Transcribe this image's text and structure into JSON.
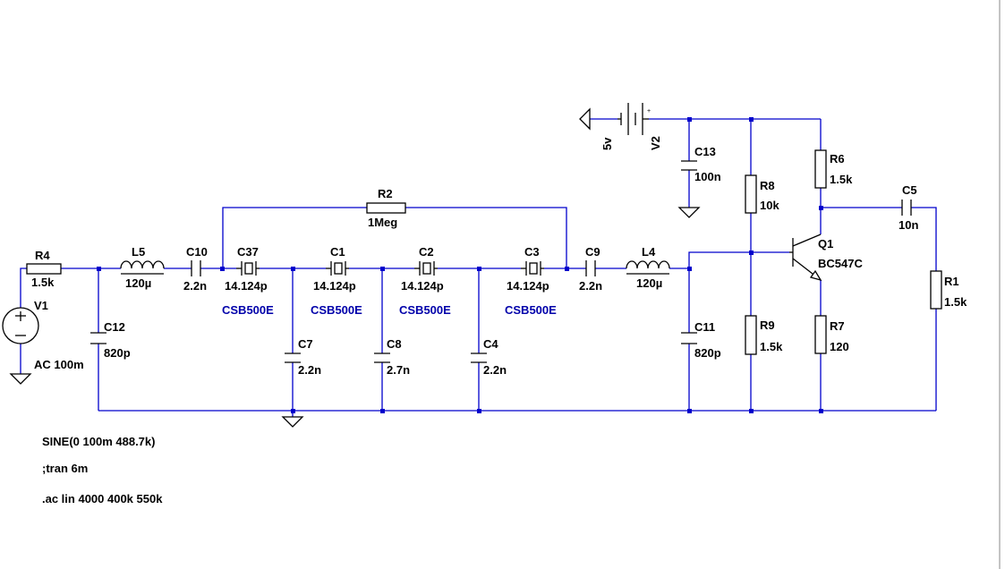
{
  "components": {
    "R4": {
      "name": "R4",
      "value": "1.5k"
    },
    "V1": {
      "name": "V1",
      "value": "AC 100m"
    },
    "L5": {
      "name": "L5",
      "value": "120µ"
    },
    "C10": {
      "name": "C10",
      "value": "2.2n"
    },
    "C12": {
      "name": "C12",
      "value": "820p"
    },
    "R2": {
      "name": "R2",
      "value": "1Meg"
    },
    "C37": {
      "name": "C37",
      "value": "14.124p",
      "model": "CSB500E"
    },
    "C1": {
      "name": "C1",
      "value": "14.124p",
      "model": "CSB500E"
    },
    "C2": {
      "name": "C2",
      "value": "14.124p",
      "model": "CSB500E"
    },
    "C3": {
      "name": "C3",
      "value": "14.124p",
      "model": "CSB500E"
    },
    "C7": {
      "name": "C7",
      "value": "2.2n"
    },
    "C8": {
      "name": "C8",
      "value": "2.7n"
    },
    "C4": {
      "name": "C4",
      "value": "2.2n"
    },
    "C9": {
      "name": "C9",
      "value": "2.2n"
    },
    "L4": {
      "name": "L4",
      "value": "120µ"
    },
    "C11": {
      "name": "C11",
      "value": "820p"
    },
    "V2": {
      "name": "V2",
      "value": "5v"
    },
    "C13": {
      "name": "C13",
      "value": "100n"
    },
    "R8": {
      "name": "R8",
      "value": "10k"
    },
    "R9": {
      "name": "R9",
      "value": "1.5k"
    },
    "R6": {
      "name": "R6",
      "value": "1.5k"
    },
    "R7": {
      "name": "R7",
      "value": "120"
    },
    "Q1": {
      "name": "Q1",
      "value": "BC547C"
    },
    "C5": {
      "name": "C5",
      "value": "10n"
    },
    "R1": {
      "name": "R1",
      "value": "1.5k"
    }
  },
  "directives": {
    "sine": "SINE(0 100m 488.7k)",
    "tran": ";tran 6m",
    "ac": ".ac lin 4000 400k 550k"
  },
  "colors": {
    "wire": "#0000cc",
    "component": "#000000",
    "model_text": "#0000aa",
    "background": "#ffffff"
  }
}
